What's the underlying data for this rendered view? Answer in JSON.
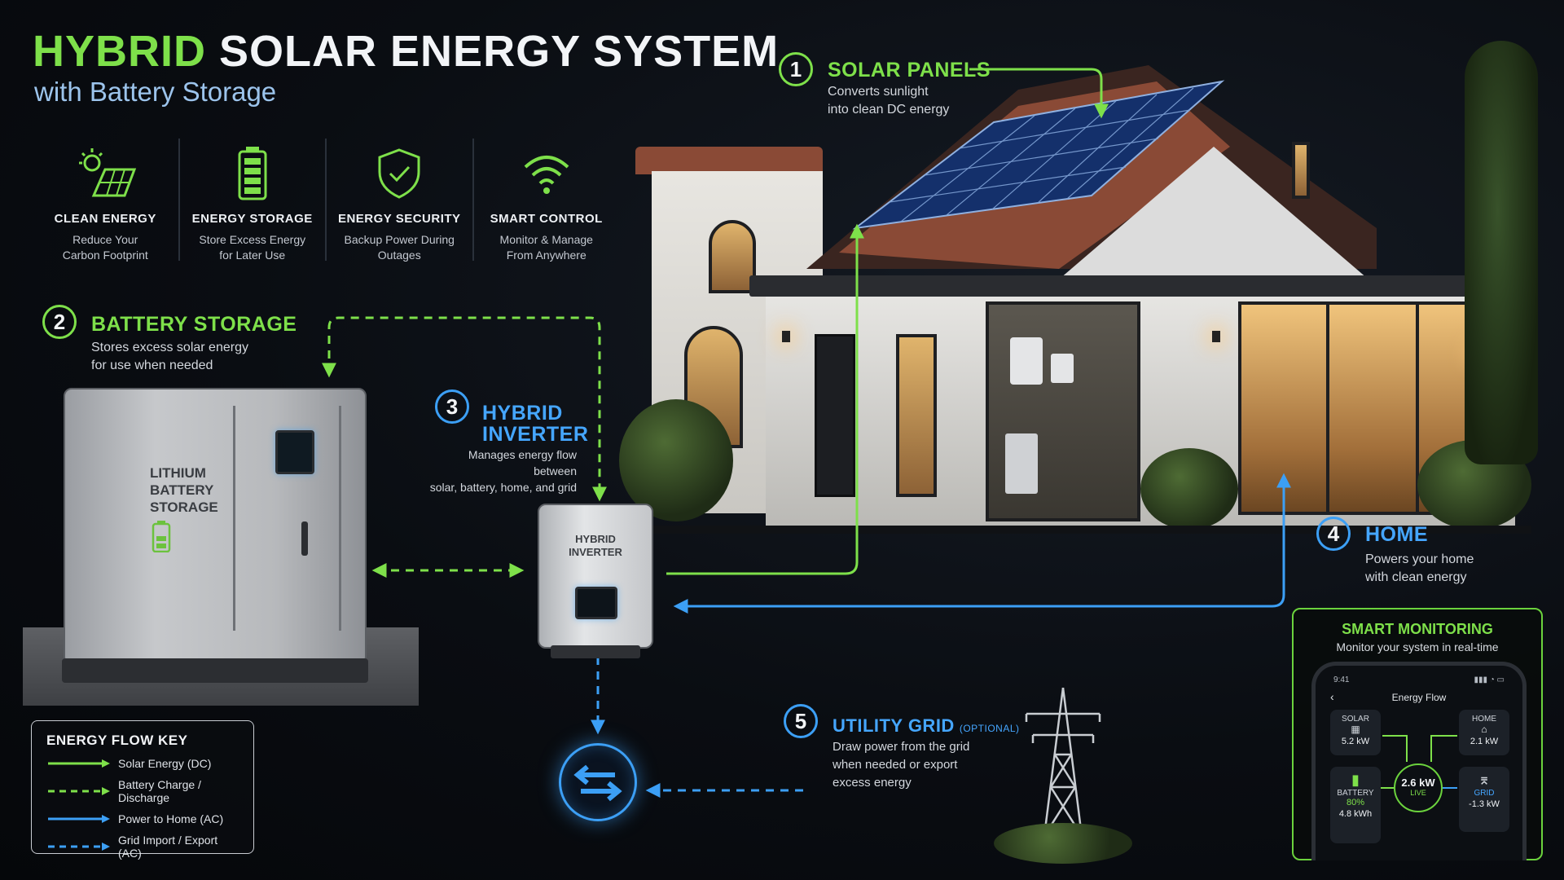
{
  "header": {
    "title_highlight": "HYBRID",
    "title_rest": "SOLAR ENERGY SYSTEM",
    "subtitle": "with Battery Storage"
  },
  "features": [
    {
      "icon": "solar-panel-sun-icon",
      "title": "CLEAN ENERGY",
      "desc1": "Reduce Your",
      "desc2": "Carbon Footprint"
    },
    {
      "icon": "battery-icon",
      "title": "ENERGY STORAGE",
      "desc1": "Store Excess Energy",
      "desc2": "for Later Use"
    },
    {
      "icon": "shield-check-icon",
      "title": "ENERGY SECURITY",
      "desc1": "Backup Power During",
      "desc2": "Outages"
    },
    {
      "icon": "wifi-icon",
      "title": "SMART CONTROL",
      "desc1": "Monitor & Manage",
      "desc2": "From Anywhere"
    }
  ],
  "sections": {
    "solar": {
      "number": "1",
      "title": "SOLAR PANELS",
      "desc1": "Converts sunlight",
      "desc2": "into clean DC energy"
    },
    "battery": {
      "number": "2",
      "title": "BATTERY STORAGE",
      "desc1": "Stores excess solar energy",
      "desc2": "for use when needed"
    },
    "inverter": {
      "number": "3",
      "title1": "HYBRID",
      "title2": "INVERTER",
      "desc1": "Manages energy flow between",
      "desc2": "solar, battery, home, and grid"
    },
    "home": {
      "number": "4",
      "title": "HOME",
      "desc1": "Powers your home",
      "desc2": "with clean energy"
    },
    "grid": {
      "number": "5",
      "title": "UTILITY GRID",
      "optional": "(OPTIONAL)",
      "desc1": "Draw power from the grid",
      "desc2": "when needed or export",
      "desc3": "excess energy"
    }
  },
  "devices": {
    "battery_label1": "LITHIUM",
    "battery_label2": "BATTERY",
    "battery_label3": "STORAGE",
    "inverter_label1": "HYBRID",
    "inverter_label2": "INVERTER"
  },
  "flow_key": {
    "title": "ENERGY FLOW KEY",
    "items": [
      {
        "label": "Solar Energy (DC)",
        "color": "#7ee04a",
        "style": "solid"
      },
      {
        "label": "Battery Charge / Discharge",
        "color": "#7ee04a",
        "style": "dashed"
      },
      {
        "label": "Power to Home (AC)",
        "color": "#3c9ff5",
        "style": "solid"
      },
      {
        "label": "Grid Import / Export (AC)",
        "color": "#3c9ff5",
        "style": "dashed"
      }
    ]
  },
  "monitoring": {
    "title": "SMART MONITORING",
    "desc": "Monitor your system in real-time",
    "status_bar": "9:41",
    "screen_title": "Energy Flow",
    "solar_label": "SOLAR",
    "solar_value": "5.2 kW",
    "home_label": "HOME",
    "home_value": "2.1 kW",
    "hub_value": "2.6 kW",
    "hub_label": "LIVE",
    "battery_label": "BATTERY",
    "battery_percent": "80%",
    "battery_value": "4.8 kWh",
    "grid_label": "GRID",
    "grid_value": "-1.3 kW"
  },
  "colors": {
    "green": "#7ee04a",
    "blue": "#3c9ff5",
    "background": "#07090d"
  }
}
